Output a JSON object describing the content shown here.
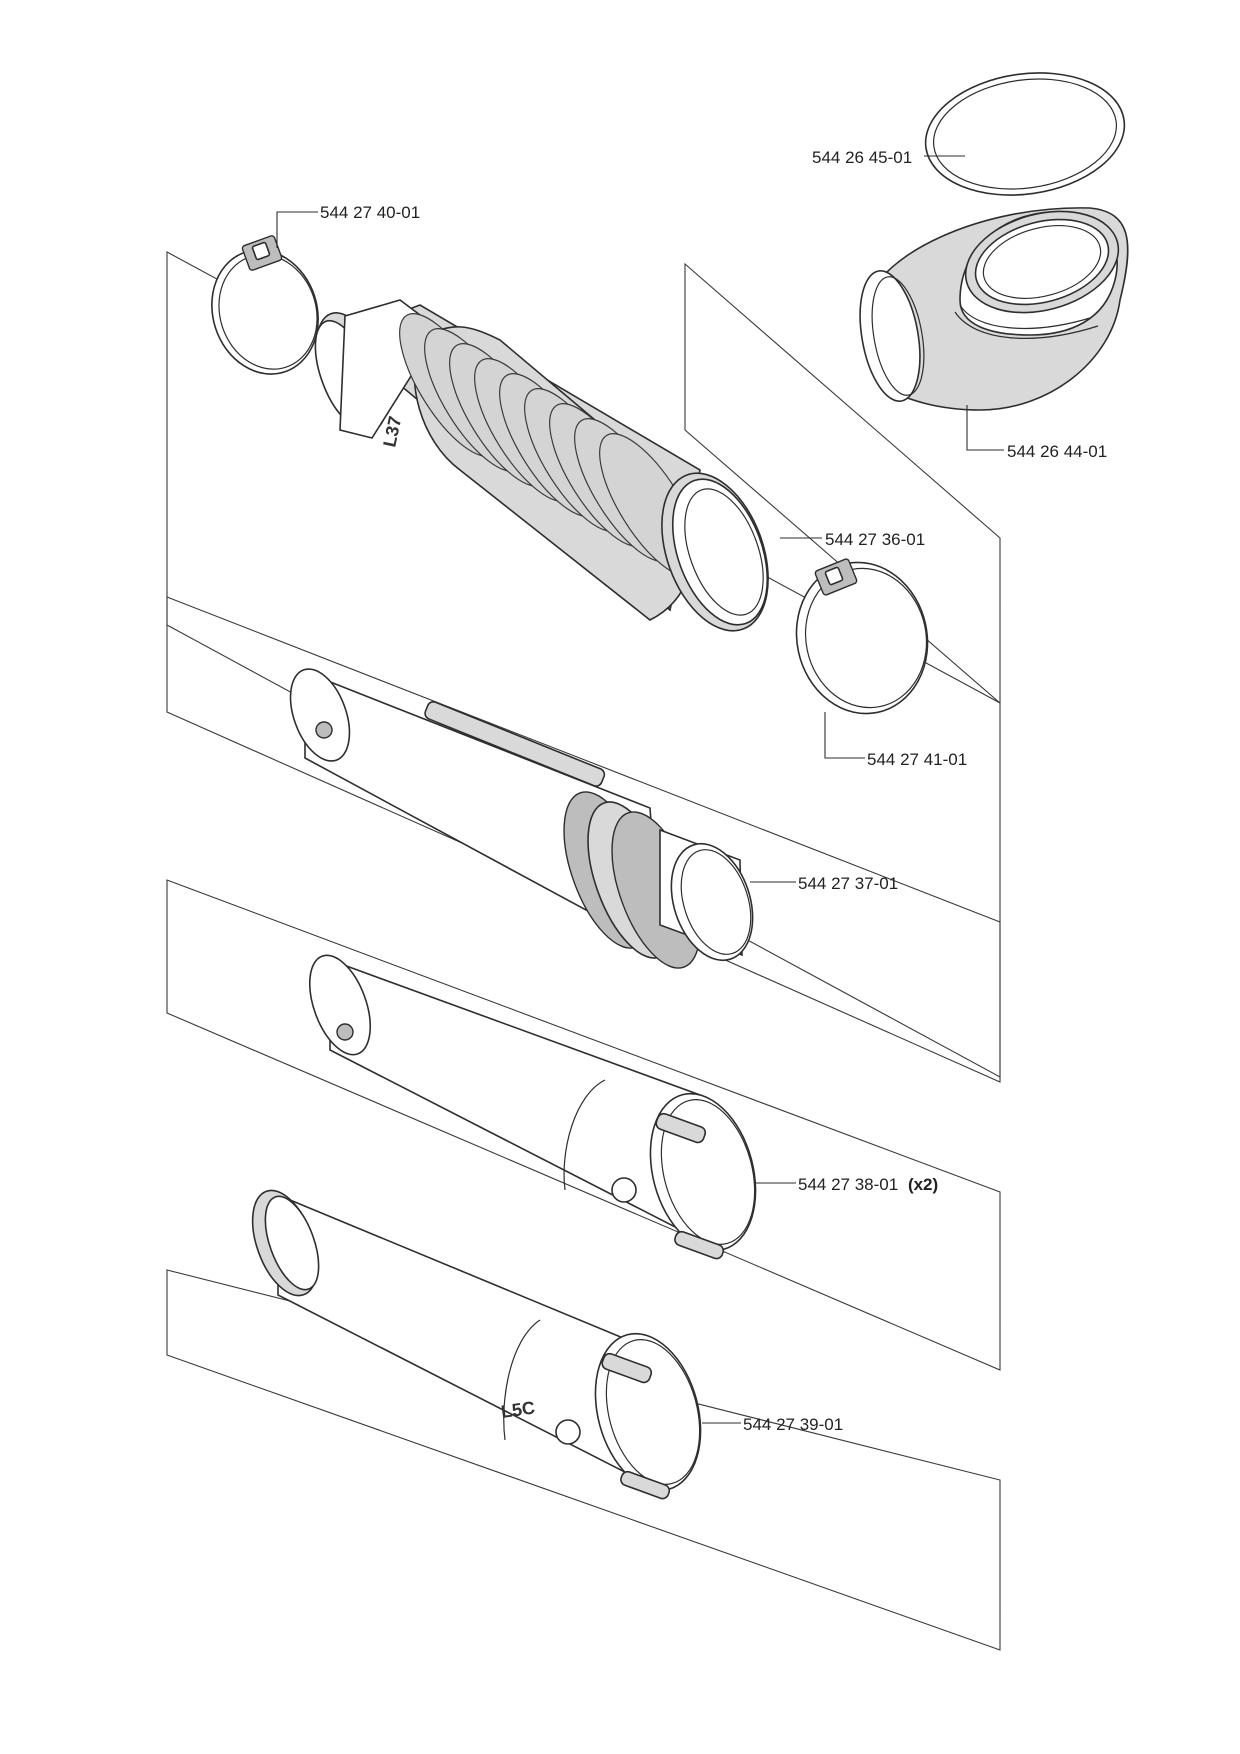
{
  "parts": [
    {
      "id": "gasket",
      "part_number": "544 26 45-01",
      "qty": ""
    },
    {
      "id": "clamp-top",
      "part_number": "544 27 40-01",
      "qty": ""
    },
    {
      "id": "elbow",
      "part_number": "544 26 44-01",
      "qty": ""
    },
    {
      "id": "bellows",
      "part_number": "544 27 36-01",
      "qty": ""
    },
    {
      "id": "clamp-lower",
      "part_number": "544 27 41-01",
      "qty": ""
    },
    {
      "id": "tube-upper",
      "part_number": "544 27 37-01",
      "qty": ""
    },
    {
      "id": "tube-middle",
      "part_number": "544 27 38-01",
      "qty": "(x2)"
    },
    {
      "id": "nozzle",
      "part_number": "544 27 39-01",
      "qty": ""
    }
  ],
  "markings": {
    "bellows_text": "L37",
    "nozzle_text": "L5C"
  },
  "colors": {
    "line": "#2e2e2e",
    "shade": "#d9d9d9",
    "background": "#ffffff"
  }
}
